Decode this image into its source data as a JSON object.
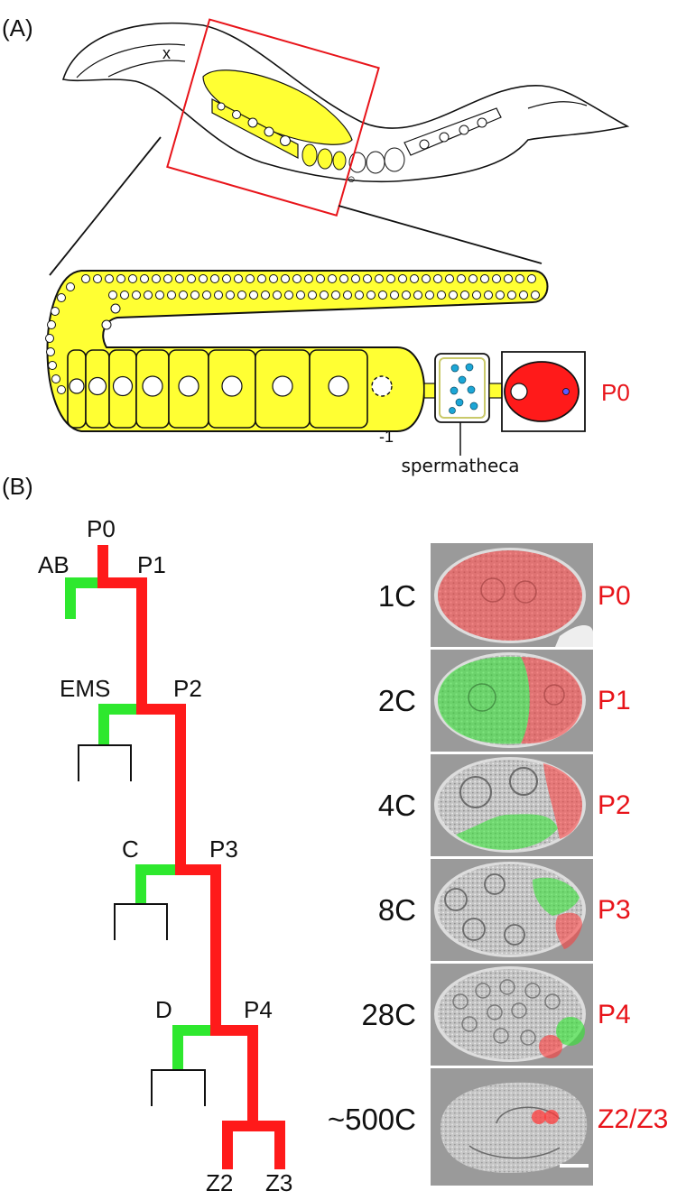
{
  "figure": {
    "panel_a_label": "(A)",
    "panel_b_label": "(B)"
  },
  "panel_a": {
    "cell_label": "P0",
    "oocyte_index": "-1",
    "spermatheca_label": "spermatheca"
  },
  "lineage": {
    "nodes": [
      {
        "id": "P0",
        "label": "P0"
      },
      {
        "id": "AB",
        "label": "AB"
      },
      {
        "id": "P1",
        "label": "P1"
      },
      {
        "id": "EMS",
        "label": "EMS"
      },
      {
        "id": "P2",
        "label": "P2"
      },
      {
        "id": "C",
        "label": "C"
      },
      {
        "id": "P3",
        "label": "P3"
      },
      {
        "id": "D",
        "label": "D"
      },
      {
        "id": "P4",
        "label": "P4"
      },
      {
        "id": "Z2",
        "label": "Z2"
      },
      {
        "id": "Z3",
        "label": "Z3"
      }
    ],
    "colors": {
      "germline": "#ff1a1a",
      "somatic": "#2ee82e"
    }
  },
  "stages": [
    {
      "stage": "1C",
      "germ": "P0"
    },
    {
      "stage": "2C",
      "germ": "P1"
    },
    {
      "stage": "4C",
      "germ": "P2"
    },
    {
      "stage": "8C",
      "germ": "P3"
    },
    {
      "stage": "28C",
      "germ": "P4"
    },
    {
      "stage": "~500C",
      "germ": "Z2/Z3"
    }
  ]
}
